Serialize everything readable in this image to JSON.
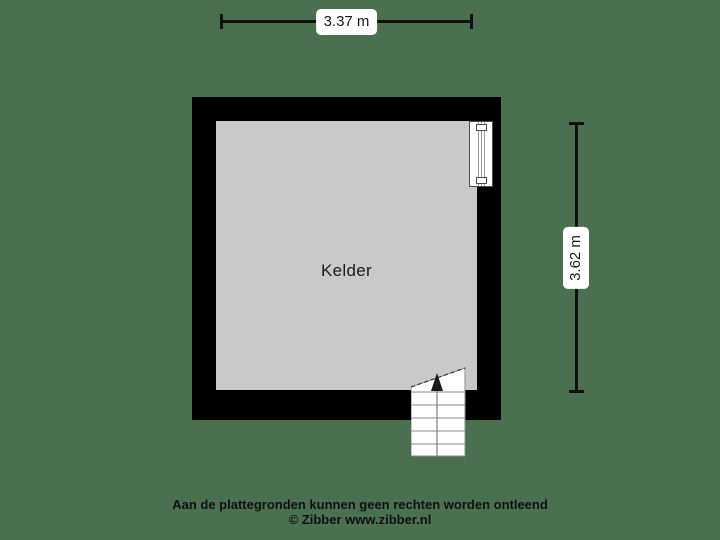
{
  "background_color": "#4a7050",
  "plan": {
    "wall_color": "#000000",
    "floor_color": "#c9c9c9",
    "room": {
      "label": "Kelder"
    },
    "window": {
      "name": "window-right-wall"
    },
    "staircase": {
      "name": "staircase",
      "direction_marker": "up-arrow",
      "step_count": 6
    }
  },
  "dimensions": {
    "horizontal": {
      "label": "3.37 m",
      "orientation": "horizontal",
      "position": "top"
    },
    "vertical": {
      "label": "3.62 m",
      "orientation": "vertical",
      "position": "right"
    }
  },
  "footer": {
    "line1": "Aan de plattegronden kunnen geen rechten worden ontleend",
    "line2": "© Zibber www.zibber.nl"
  }
}
